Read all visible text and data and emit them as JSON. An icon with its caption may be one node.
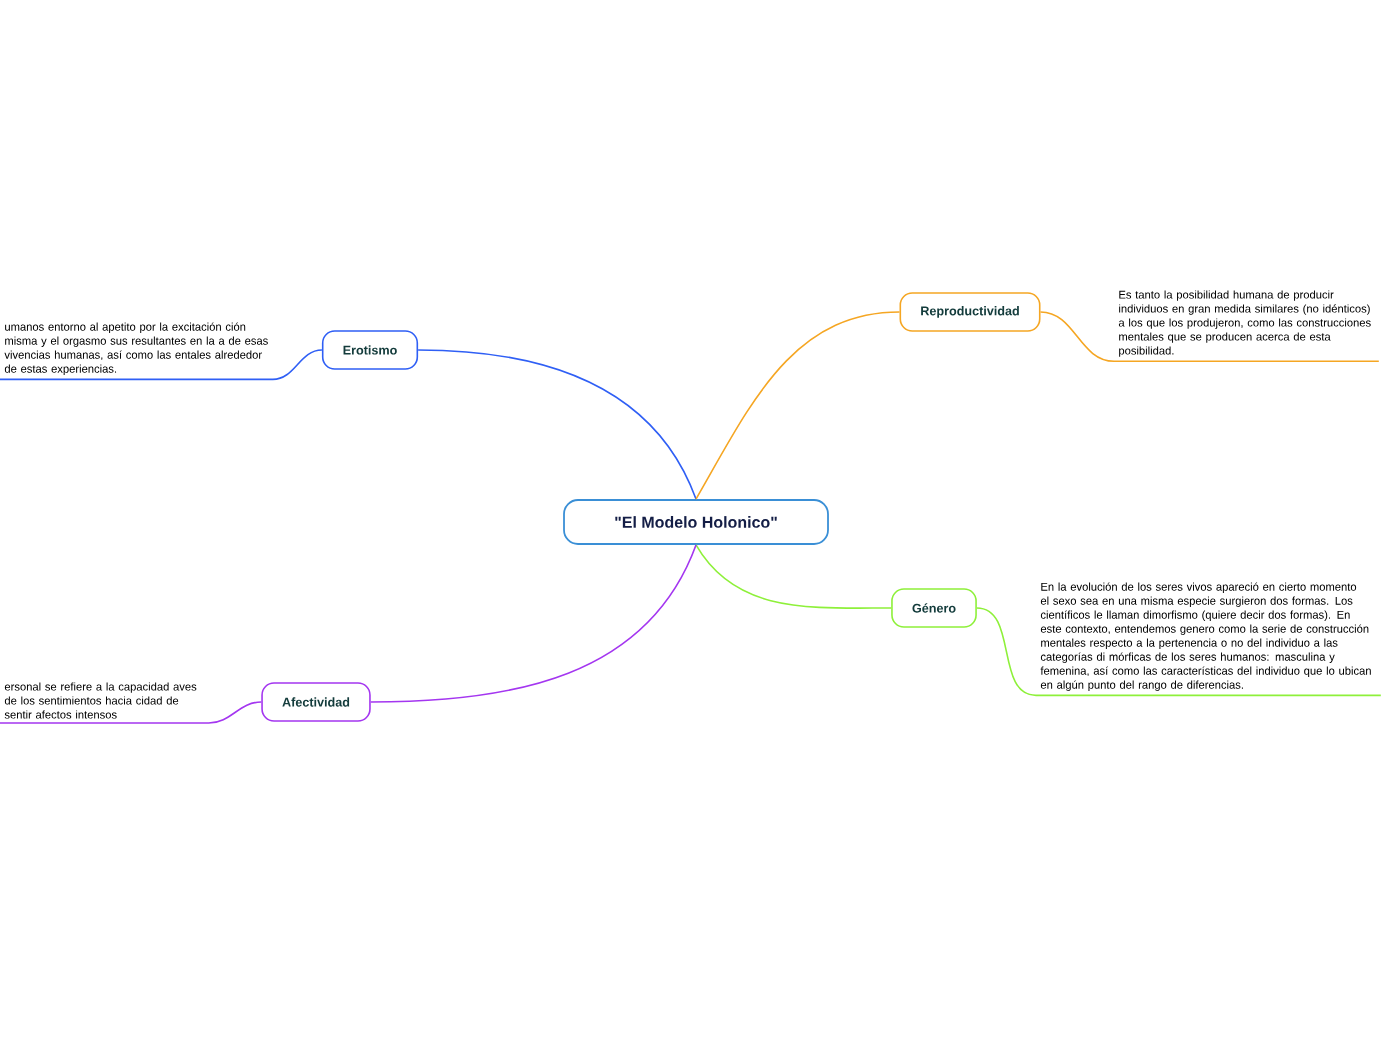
{
  "diagram": {
    "nodes": [
      {
        "text": [
          "\"El Modelo Holonico\""
        ]
      },
      {
        "text": [
          "Erotismo"
        ]
      },
      {
        "text": [
          "Reproductividad"
        ]
      },
      {
        "text": [
          "Género"
        ]
      },
      {
        "text": [
          "Afectividad"
        ]
      },
      {
        "text": [
          "umanos entorno al apetito por la excitación ción misma y el orgasmo sus resultantes en la a de esas vivencias humanas, así como las entales alrededor de estas experiencias."
        ]
      },
      {
        "text": [
          "Es tanto la posibilidad humana de producir individuos en gran medida similares (no idénticos) a los que los produjeron, como las construcciones mentales que se producen acerca de esta posibilidad."
        ]
      },
      {
        "text": [
          "En la evolución de los seres vivos apareció en cierto momento el sexo sea en una misma especie surgieron dos formas. Los científicos le llaman dimorfismo (quiere decir dos formas). En este contexto, entendemos genero como la serie de construcción mentales respecto a la pertenencia o no del individuo a las categorías di mórficas de los seres humanos: masculina y femenina, así como las características del individuo que lo ubican en algún punto del rango de diferencias."
        ]
      },
      {
        "text": [
          "ersonal se refiere a la capacidad aves de los sentimientos hacia cidad de sentir afectos intensos"
        ]
      }
    ],
    "edges": [
      {
        "from": 0,
        "to": 1,
        "arrow": "none",
        "color": "#2f5ff5"
      },
      {
        "from": 0,
        "to": 2,
        "arrow": "none",
        "color": "#f5a623"
      },
      {
        "from": 0,
        "to": 3,
        "arrow": "none",
        "color": "#8ef03a"
      },
      {
        "from": 0,
        "to": 4,
        "arrow": "none",
        "color": "#a436f0"
      },
      {
        "from": 1,
        "to": 5,
        "arrow": "none",
        "color": "#2f5ff5"
      },
      {
        "from": 2,
        "to": 6,
        "arrow": "none",
        "color": "#f5a623"
      },
      {
        "from": 3,
        "to": 7,
        "arrow": "none",
        "color": "#8ef03a"
      },
      {
        "from": 4,
        "to": 8,
        "arrow": "none",
        "color": "#a436f0"
      }
    ]
  }
}
